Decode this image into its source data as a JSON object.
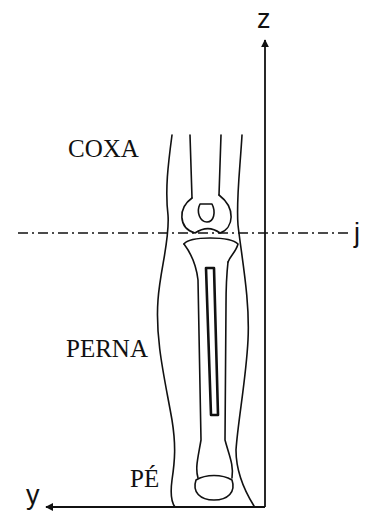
{
  "diagram": {
    "labels": [
      "z",
      "j",
      "COXA",
      "PERNA",
      "PÉ",
      "y"
    ]
  }
}
